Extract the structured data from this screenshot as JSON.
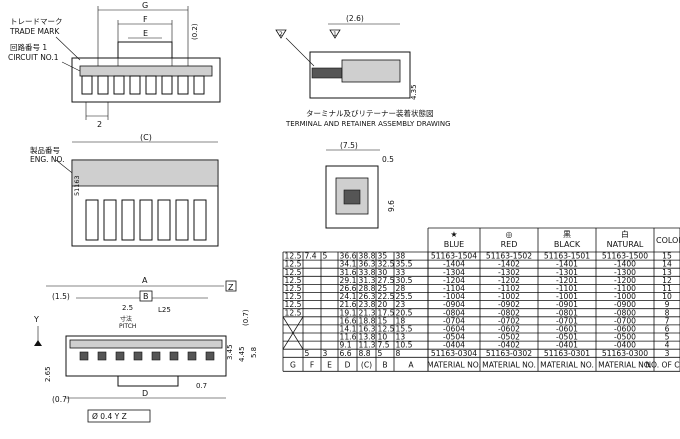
{
  "labels": {
    "trade_mark_jp": "トレードマーク",
    "trade_mark": "TRADE MARK",
    "circuit_jp": "回路番号 1",
    "circuit": "CIRCUIT NO.1",
    "eng_no_jp": "製品番号",
    "eng_no": "ENG. NO.",
    "terminal_jp": "ターミナル及びリテーナー装着状態図",
    "terminal": "TERMINAL AND RETAINER ASSEMBLY DRAWING",
    "note_2": "2",
    "note_1": "1",
    "pitch_jp": "寸法",
    "pitch": "PITCH",
    "body_no": "51163",
    "datum_z": "Z",
    "datum_y": "Y",
    "tolerance": "Ø 0.4 Y Z"
  },
  "dims": {
    "G": "G",
    "F": "F",
    "E": "E",
    "B_top": "2",
    "dim_02": "(0.2)",
    "C": "(C)",
    "A": "A",
    "B_box": "B",
    "D": "D",
    "d_15": "(1.5)",
    "d_25": "2.5",
    "d_l25": "L25",
    "d_07a": "(0.7)",
    "d_07b": "0.7",
    "d_07c": "(0.7)",
    "d_345": "3.45",
    "d_44": "4.45",
    "d_58": "5.8",
    "d_265": "2.65",
    "d_26": "(2.6)",
    "d_435": "4.35",
    "d_75": "(7.5)",
    "d_05": "0.5",
    "d_96": "9.6"
  },
  "table": {
    "colors": [
      {
        "symbol": "★",
        "name": "BLUE"
      },
      {
        "symbol": "◎",
        "name": "RED"
      },
      {
        "symbol": "黒",
        "name": "BLACK"
      },
      {
        "symbol": "白",
        "name": "NATURAL"
      }
    ],
    "color_header": "COLOR",
    "rows": [
      [
        "12.5",
        "7.4",
        "5",
        "36.6",
        "38.8",
        "35",
        "38",
        "51163-1504",
        "51163-1502",
        "51163-1501",
        "51163-1500",
        "15"
      ],
      [
        "12.5",
        "",
        "",
        "34.1",
        "36.3",
        "32.5",
        "35.5",
        "-1404",
        "-1402",
        "-1401",
        "-1400",
        "14"
      ],
      [
        "12.5",
        "",
        "",
        "31.6",
        "33.8",
        "30",
        "33",
        "-1304",
        "-1302",
        "-1301",
        "-1300",
        "13"
      ],
      [
        "12.5",
        "",
        "",
        "29.1",
        "31.3",
        "27.5",
        "30.5",
        "-1204",
        "-1202",
        "-1201",
        "-1200",
        "12"
      ],
      [
        "12.5",
        "",
        "",
        "26.6",
        "28.8",
        "25",
        "28",
        "-1104",
        "-1102",
        "-1101",
        "-1100",
        "11"
      ],
      [
        "12.5",
        "",
        "",
        "24.1",
        "26.3",
        "22.5",
        "25.5",
        "-1004",
        "-1002",
        "-1001",
        "-1000",
        "10"
      ],
      [
        "12.5",
        "",
        "",
        "21.6",
        "23.8",
        "20",
        "23",
        "-0904",
        "-0902",
        "-0901",
        "-0900",
        "9"
      ],
      [
        "12.5",
        "",
        "",
        "19.1",
        "21.3",
        "17.5",
        "20.5",
        "-0804",
        "-0802",
        "-0801",
        "-0800",
        "8"
      ],
      [
        "",
        "",
        "",
        "16.6",
        "18.8",
        "15",
        "18",
        "-0704",
        "-0702",
        "-0701",
        "-0700",
        "7"
      ],
      [
        "",
        "",
        "",
        "14.1",
        "16.3",
        "12.5",
        "15.5",
        "-0604",
        "-0602",
        "-0601",
        "-0600",
        "6"
      ],
      [
        "",
        "",
        "",
        "11.6",
        "13.8",
        "10",
        "13",
        "-0504",
        "-0502",
        "-0501",
        "-0500",
        "5"
      ],
      [
        "",
        "",
        "",
        "9.1",
        "11.3",
        "7.5",
        "10.5",
        "-0404",
        "-0402",
        "-0401",
        "-0400",
        "4"
      ],
      [
        "",
        "5",
        "3",
        "6.6",
        "8.8",
        "5",
        "8",
        "51163-0304",
        "51163-0302",
        "51163-0301",
        "51163-0300",
        "3"
      ]
    ],
    "footer": [
      "G",
      "F",
      "E",
      "D",
      "(C)",
      "B",
      "A",
      "MATERIAL NO.",
      "MATERIAL NO.",
      "MATERIAL NO.",
      "MATERIAL NO.",
      "NO. OF CKT"
    ]
  }
}
